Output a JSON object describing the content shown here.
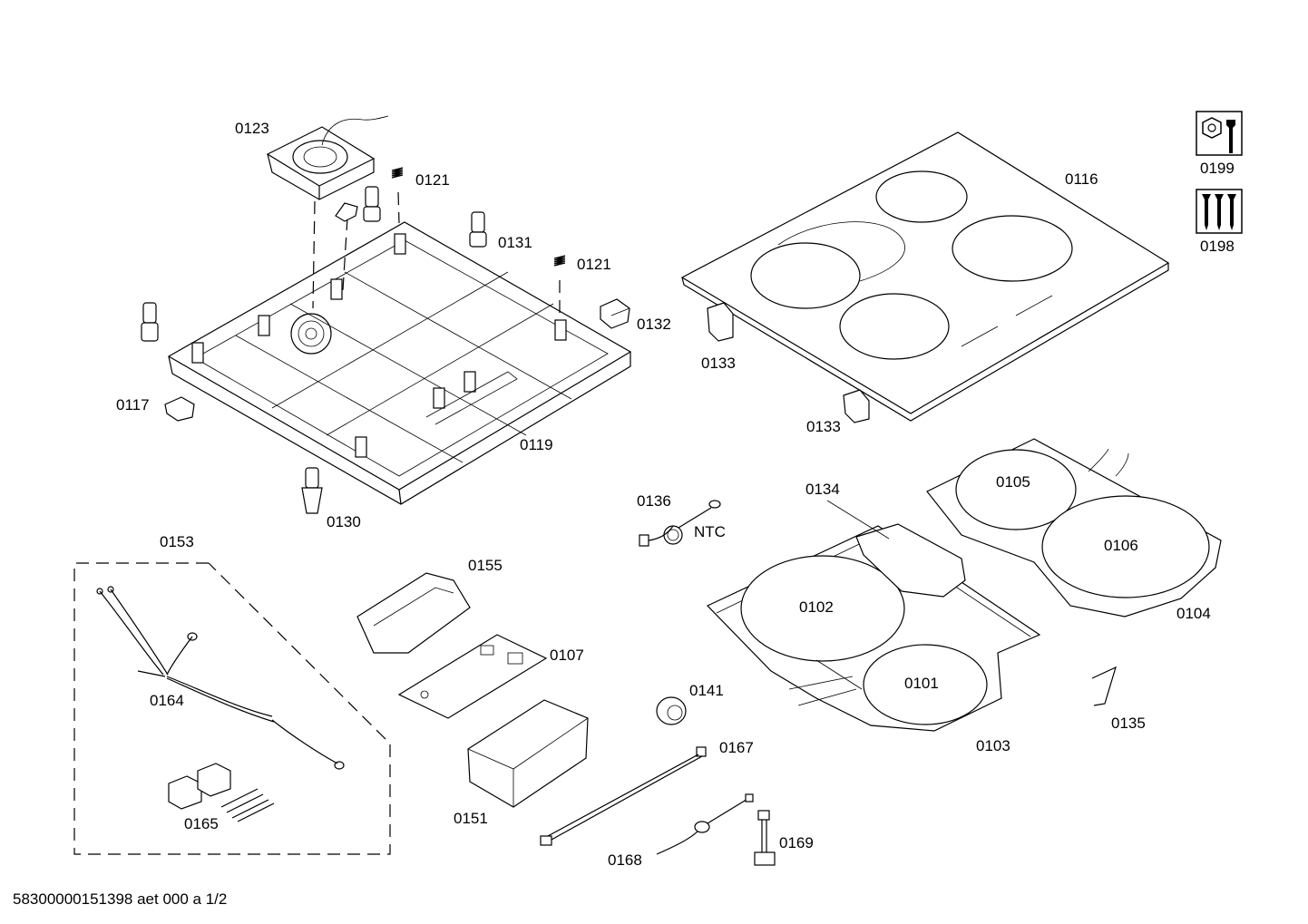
{
  "drawing": {
    "footer": "58300000151398 aet 000 a 1/2",
    "ntc_label": "NTC",
    "parts": [
      "0123",
      "0121",
      "0121",
      "0131",
      "0132",
      "0117",
      "0119",
      "0130",
      "0116",
      "0133",
      "0133",
      "0199",
      "0198",
      "0136",
      "0134",
      "0105",
      "0106",
      "0102",
      "0104",
      "0101",
      "0103",
      "0135",
      "0153",
      "0164",
      "0165",
      "0155",
      "0107",
      "0151",
      "0141",
      "0167",
      "0168",
      "0169"
    ]
  },
  "icons": [
    "tool-icon",
    "screws-icon"
  ]
}
